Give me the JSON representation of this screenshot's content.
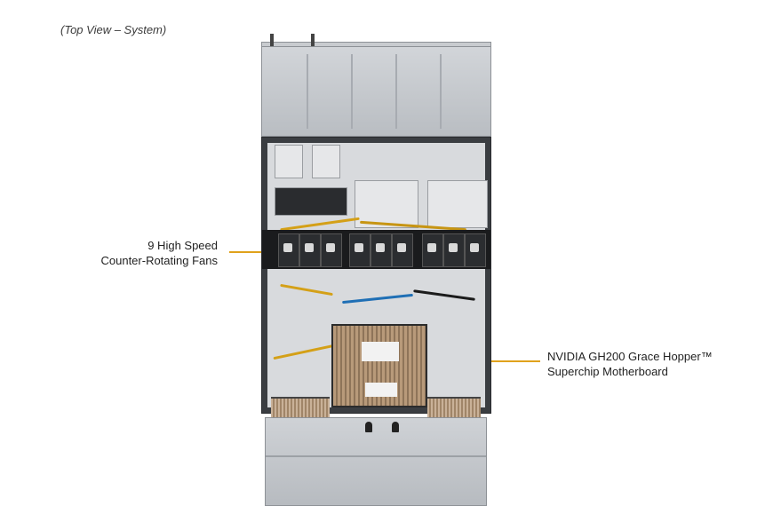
{
  "caption": "(Top View – System)",
  "callouts": {
    "fans": [
      "9 High Speed",
      "Counter-Rotating Fans"
    ],
    "motherboard": [
      "NVIDIA GH200 Grace Hopper™",
      "Superchip Motherboard"
    ]
  },
  "colors": {
    "leader_line": "#e0a21c",
    "chassis_metal": "#c3c6ca",
    "fan_housing": "#1a1b1d",
    "heatsink": "#b89a7a"
  },
  "fan_count": 9
}
